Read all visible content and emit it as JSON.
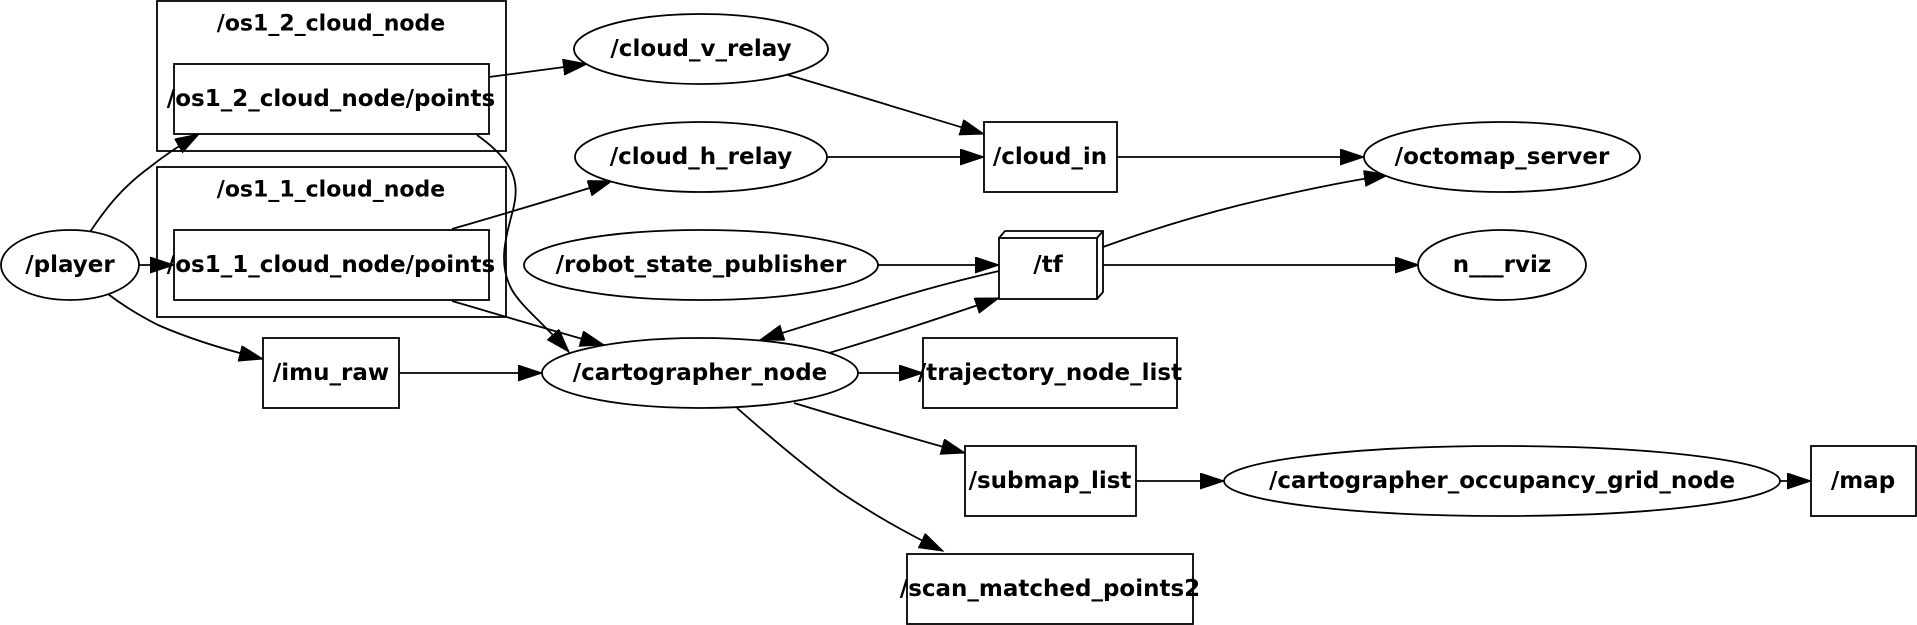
{
  "graph": {
    "clusters": {
      "os1_2": {
        "label": "/os1_2_cloud_node"
      },
      "os1_1": {
        "label": "/os1_1_cloud_node"
      }
    },
    "nodes": {
      "player": {
        "label": "/player",
        "shape": "ellipse"
      },
      "os1_2_points": {
        "label": "/os1_2_cloud_node/points",
        "shape": "box"
      },
      "os1_1_points": {
        "label": "/os1_1_cloud_node/points",
        "shape": "box"
      },
      "imu_raw": {
        "label": "/imu_raw",
        "shape": "box"
      },
      "cloud_v_relay": {
        "label": "/cloud_v_relay",
        "shape": "ellipse"
      },
      "cloud_h_relay": {
        "label": "/cloud_h_relay",
        "shape": "ellipse"
      },
      "robot_state_publisher": {
        "label": "/robot_state_publisher",
        "shape": "ellipse"
      },
      "cartographer_node": {
        "label": "/cartographer_node",
        "shape": "ellipse"
      },
      "cloud_in": {
        "label": "/cloud_in",
        "shape": "box"
      },
      "tf": {
        "label": "/tf",
        "shape": "box3d"
      },
      "trajectory_node_list": {
        "label": "/trajectory_node_list",
        "shape": "box"
      },
      "submap_list": {
        "label": "/submap_list",
        "shape": "box"
      },
      "scan_matched_points2": {
        "label": "/scan_matched_points2",
        "shape": "box"
      },
      "octomap_server": {
        "label": "/octomap_server",
        "shape": "ellipse"
      },
      "rviz": {
        "label": "n___rviz",
        "shape": "ellipse"
      },
      "cartographer_occupancy_grid_node": {
        "label": "/cartographer_occupancy_grid_node",
        "shape": "ellipse"
      },
      "map": {
        "label": "/map",
        "shape": "box"
      }
    },
    "edges": [
      {
        "from": "player",
        "to": "os1_2_points"
      },
      {
        "from": "player",
        "to": "os1_1_points"
      },
      {
        "from": "player",
        "to": "imu_raw"
      },
      {
        "from": "os1_2_points",
        "to": "cloud_v_relay"
      },
      {
        "from": "os1_2_points",
        "to": "cartographer_node"
      },
      {
        "from": "os1_1_points",
        "to": "cloud_h_relay"
      },
      {
        "from": "os1_1_points",
        "to": "cartographer_node"
      },
      {
        "from": "imu_raw",
        "to": "cartographer_node"
      },
      {
        "from": "cloud_v_relay",
        "to": "cloud_in"
      },
      {
        "from": "cloud_h_relay",
        "to": "cloud_in"
      },
      {
        "from": "cloud_in",
        "to": "octomap_server"
      },
      {
        "from": "robot_state_publisher",
        "to": "tf"
      },
      {
        "from": "tf",
        "to": "octomap_server"
      },
      {
        "from": "tf",
        "to": "rviz"
      },
      {
        "from": "tf",
        "to": "cartographer_node"
      },
      {
        "from": "cartographer_node",
        "to": "tf"
      },
      {
        "from": "cartographer_node",
        "to": "trajectory_node_list"
      },
      {
        "from": "cartographer_node",
        "to": "submap_list"
      },
      {
        "from": "cartographer_node",
        "to": "scan_matched_points2"
      },
      {
        "from": "submap_list",
        "to": "cartographer_occupancy_grid_node"
      },
      {
        "from": "cartographer_occupancy_grid_node",
        "to": "map"
      }
    ]
  }
}
